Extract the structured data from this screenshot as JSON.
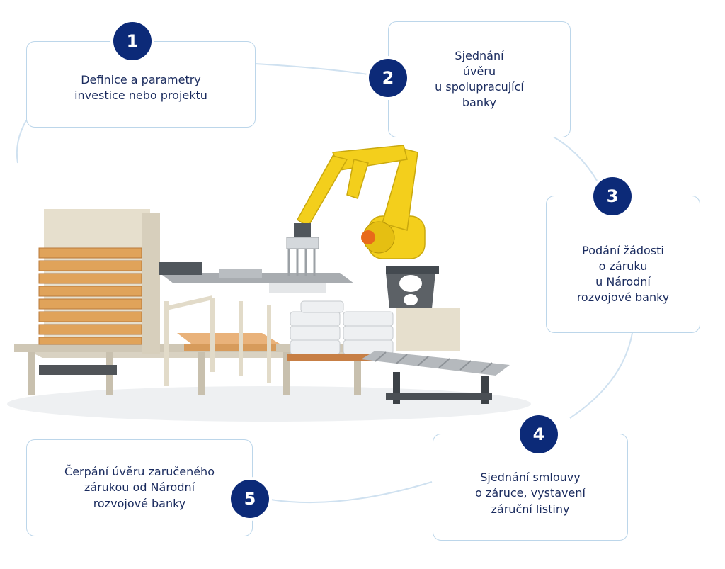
{
  "steps": [
    {
      "number": "1",
      "text": "Definice a parametry\ninvestice nebo projektu"
    },
    {
      "number": "2",
      "text": "Sjednání\núvěru\nu spolupracující\nbanky"
    },
    {
      "number": "3",
      "text": "Podání žádosti\no záruku\nu Národní\nrozvojové banky"
    },
    {
      "number": "4",
      "text": "Sjednání smlouvy\no záruce, vystavení\nzáruční listiny"
    },
    {
      "number": "5",
      "text": "Čerpání úvěru zaručeného\nzárukou od Národní\nrozvojové banky"
    }
  ],
  "colors": {
    "badge": "#0c2a78",
    "border": "#bcd6ea",
    "text": "#1a2b5e",
    "robot": "#f3cf1c"
  },
  "illustration": {
    "icon": "palletizing-robot-line-illustration"
  }
}
